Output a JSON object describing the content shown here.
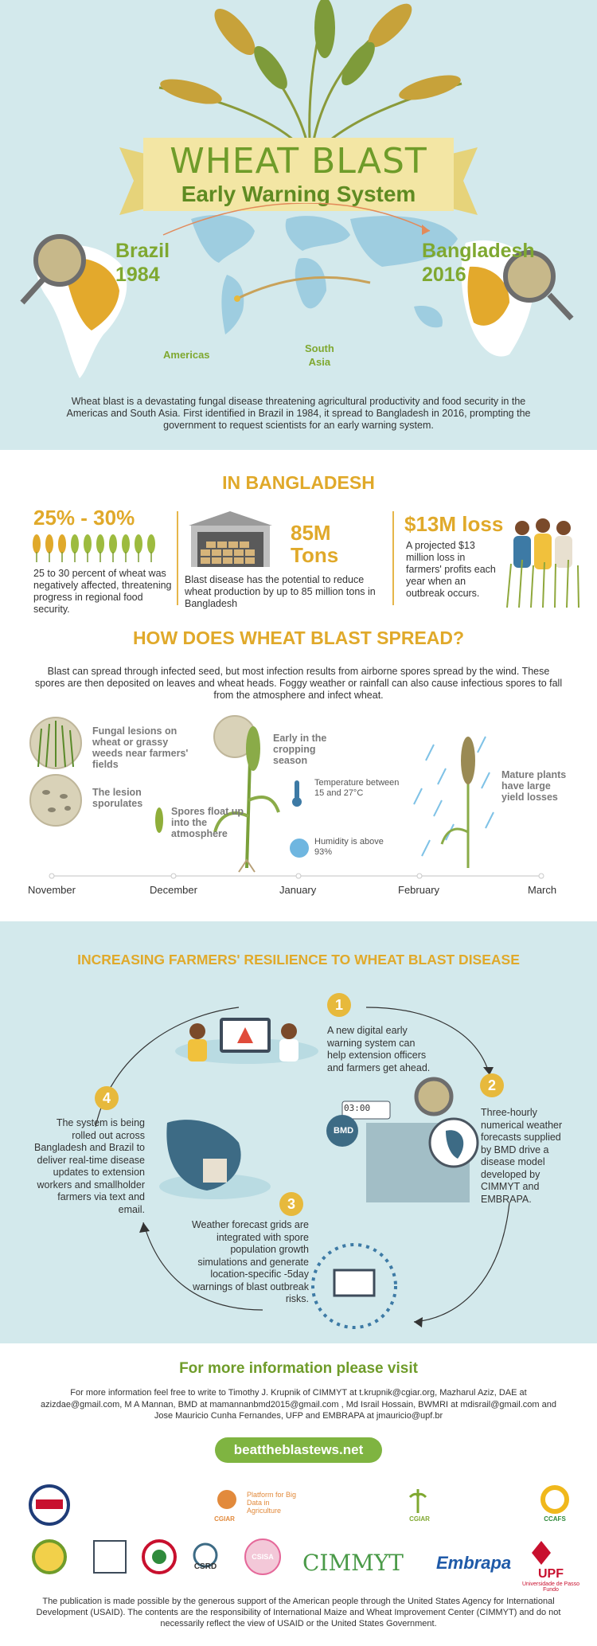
{
  "header": {
    "title": "WHEAT BLAST",
    "subtitle": "Early Warning System",
    "origin_country": "Brazil",
    "origin_year": "1984",
    "dest_country": "Bangladesh",
    "dest_year": "2016",
    "region_a": "Americas",
    "region_b_line1": "South",
    "region_b_line2": "Asia",
    "intro": "Wheat blast is a devastating fungal disease threatening agricultural productivity and food security in the Americas and South Asia. First identified in Brazil in 1984, it spread to Bangladesh in 2016, prompting the government to request scientists for an early warning system."
  },
  "bangladesh": {
    "heading": "IN BANGLADESH",
    "stats": [
      {
        "value": "25% - 30%",
        "text": "25 to 30 percent of wheat was negatively affected, threatening progress in regional food security."
      },
      {
        "value": "85M Tons",
        "value_line1": "85M",
        "value_line2": "Tons",
        "text": "Blast disease has the potential to reduce wheat production by up to 85 million tons in Bangladesh"
      },
      {
        "value": "$13M loss",
        "text": "A projected $13 million loss in farmers' profits each year when an outbreak occurs."
      }
    ]
  },
  "spread": {
    "heading": "HOW DOES WHEAT BLAST SPREAD?",
    "text": "Blast can spread through infected seed, but most infection results from airborne spores spread by the wind. These spores are then deposited on leaves and wheat heads. Foggy weather or rainfall can also cause infectious spores to fall from the atmosphere and infect wheat.",
    "labels": {
      "lesions": "Fungal lesions on wheat or grassy weeds near farmers' fields",
      "sporulates": "The lesion sporulates",
      "spores_float": "Spores float up into the atmosphere",
      "early_season": "Early in the cropping season",
      "temperature": "Temperature between 15 and 27°C",
      "humidity": "Humidity is above 93%",
      "mature": "Mature plants have large yield losses"
    },
    "months": [
      "November",
      "December",
      "January",
      "February",
      "March"
    ]
  },
  "resilience": {
    "heading": "INCREASING FARMERS' RESILIENCE TO WHEAT BLAST DISEASE",
    "steps": [
      {
        "num": "1",
        "text": "A new digital early warning system can help extension officers and farmers get ahead."
      },
      {
        "num": "2",
        "text": "Three-hourly numerical weather forecasts supplied by BMD drive a disease model developed by CIMMYT and EMBRAPA."
      },
      {
        "num": "3",
        "text": "Weather forecast grids are integrated with spore population growth simulations and generate location-specific -5day warnings of blast outbreak risks."
      },
      {
        "num": "4",
        "text": "The system is being rolled out across Bangladesh and Brazil to deliver real-time disease updates to extension workers and smallholder farmers via text and email."
      }
    ],
    "clock": "03:00",
    "bmd": "BMD"
  },
  "footer": {
    "more_heading": "For more information please visit",
    "more_text": "For more information feel free to write to Timothy J. Krupnik of CIMMYT at t.krupnik@cgiar.org, Mazharul Aziz, DAE at azizdae@gmail.com, M A Mannan, BMD at mamannanbmd2015@gmail.com , Md Israil Hossain, BWMRI at mdisrail@gmail.com and Jose Mauricio Cunha Fernandes, UFP and EMBRAPA at jmauricio@upf.br",
    "site": "beattheblastews.net",
    "logos": {
      "big_data": "Platform for Big Data in Agriculture",
      "cgiar": "CGIAR",
      "ccafs": "CCAFS",
      "csrd": "CSRD",
      "csisa": "CSISA",
      "cimmyt": "CIMMYT",
      "embrapa": "Embrapa",
      "upf": "UPF",
      "upf_sub": "Universidade de Passo Fundo"
    },
    "disclaimer": "The publication is made possible by the generous support of the American people through the United States Agency for International Development (USAID). The contents are the responsibility of International Maize and Wheat Improvement Center (CIMMYT) and do not necessarily reflect the view of USAID or the United States Government."
  },
  "colors": {
    "accent_yellow": "#e0a92a",
    "green": "#6f9c2a",
    "light_blue": "#d3e9ec",
    "button_green": "#7fb441"
  }
}
